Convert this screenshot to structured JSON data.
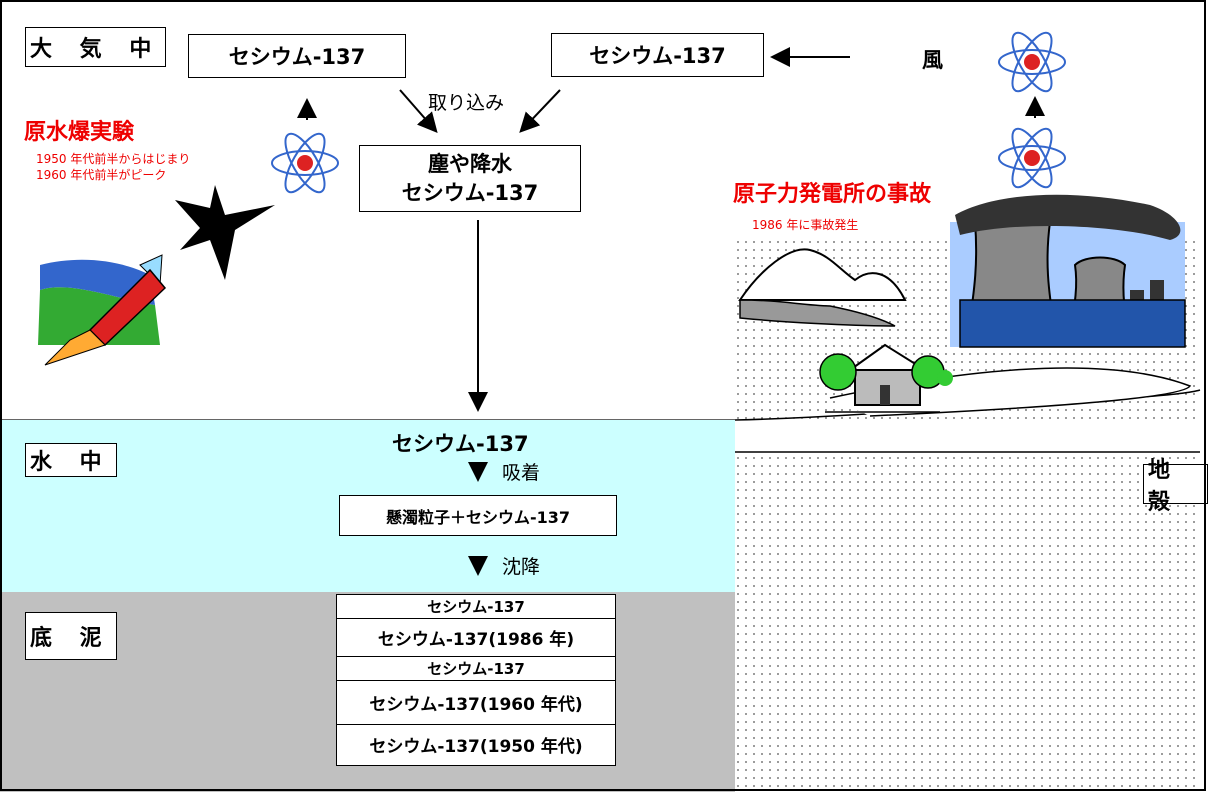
{
  "layers": {
    "air": "大 気 中",
    "water": "水 中",
    "sediment": "底 泥",
    "crust": "地 殻"
  },
  "air_boxes": {
    "cs_left": "セシウム-137",
    "cs_right": "セシウム-137",
    "dust_line1": "塵や降水",
    "dust_line2": "セシウム-137"
  },
  "labels": {
    "intake": "取り込み",
    "wind": "風",
    "adsorption": "吸着",
    "sedimentation": "沈降"
  },
  "bomb": {
    "title": "原水爆実験",
    "line1": "1950 年代前半からはじまり",
    "line2": "1960 年代前半がピーク"
  },
  "accident": {
    "title": "原子力発電所の事故",
    "line1": "1986 年に事故発生"
  },
  "water_boxes": {
    "cs": "セシウム-137",
    "particle": "懸濁粒子＋セシウム-137"
  },
  "sediment_rows": [
    "セシウム-137",
    "セシウム-137(1986 年)",
    "セシウム-137",
    "セシウム-137(1960 年代)",
    "セシウム-137(1950 年代)"
  ],
  "colors": {
    "water": "#ccffff",
    "sediment": "#c0c0c0",
    "accent_red": "#ee0000"
  }
}
